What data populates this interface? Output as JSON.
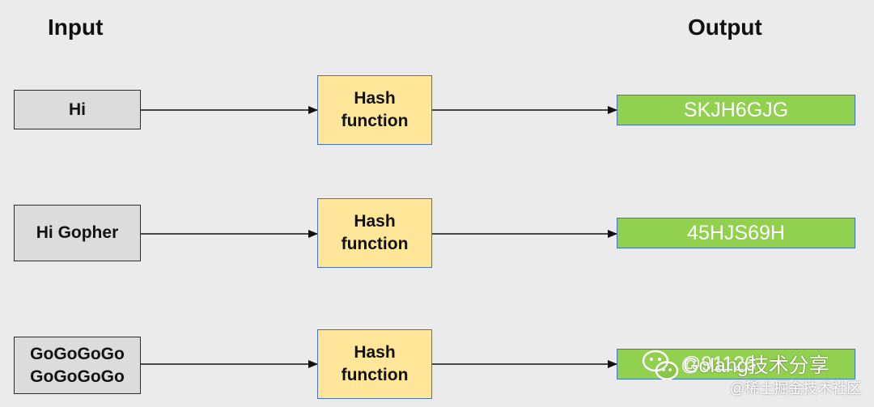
{
  "headings": {
    "input": "Input",
    "output": "Output"
  },
  "rows": [
    {
      "input_lines": [
        "Hi"
      ],
      "hash_lines": [
        "Hash",
        "function"
      ],
      "output": "SKJH6GJG"
    },
    {
      "input_lines": [
        "Hi Gopher"
      ],
      "hash_lines": [
        "Hash",
        "function"
      ],
      "output": "45HJS69H"
    },
    {
      "input_lines": [
        "GoGoGoGo",
        "GoGoGoGo"
      ],
      "hash_lines": [
        "Hash",
        "function"
      ],
      "output": "@91126"
    }
  ],
  "watermark": {
    "main": "Golang技术分享",
    "sub": "@稀土掘金技术社区",
    "icon": "wechat-icon"
  },
  "colors": {
    "background": "#ebebeb",
    "input_fill": "#dcdcdc",
    "hash_fill": "#ffe699",
    "output_fill": "#92d050",
    "box_border_blue": "#4472c4"
  }
}
